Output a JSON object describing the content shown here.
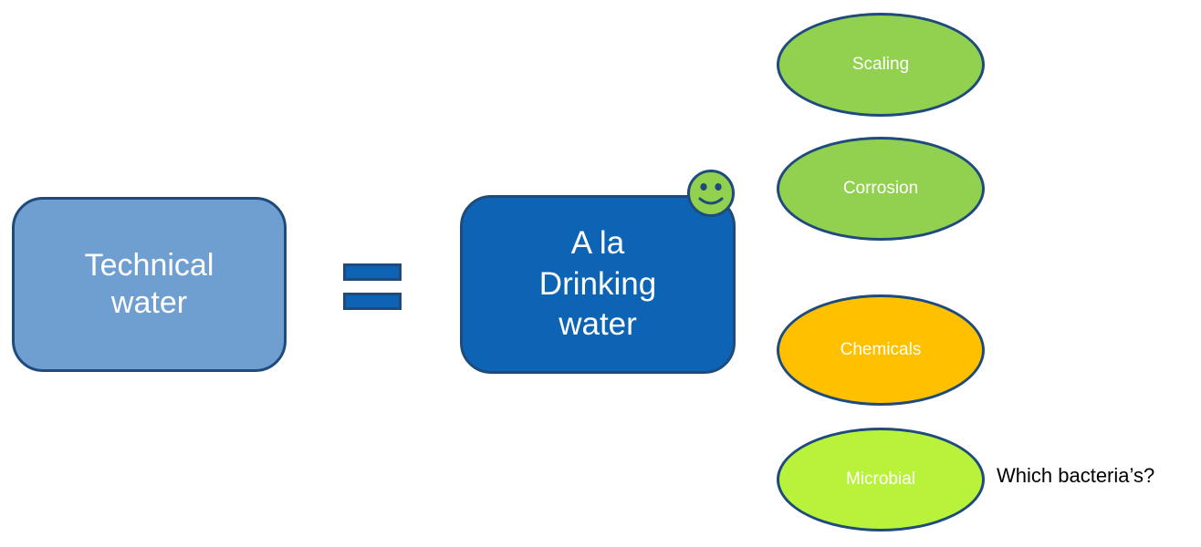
{
  "technical_box": {
    "line1": "Technical",
    "line2": "water"
  },
  "equals_sign": "=",
  "drinking_box": {
    "line1": "A la",
    "line2": "Drinking",
    "line3": "water",
    "badge_icon": "smiley-face-icon"
  },
  "concerns": {
    "scaling": "Scaling",
    "corrosion": "Corrosion",
    "chemicals": "Chemicals",
    "microbial": "Microbial"
  },
  "annotation": "Which bacteria’s?",
  "colors": {
    "technical_fill": "#6f9fd0",
    "drinking_fill": "#0e64b4",
    "outline": "#1f4a7c",
    "green": "#92d050",
    "amber": "#ffc000",
    "lime": "#b8f23a"
  }
}
